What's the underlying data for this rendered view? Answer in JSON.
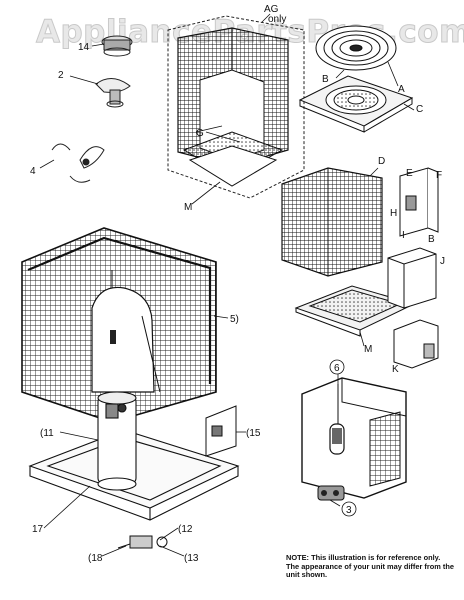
{
  "watermark": "AppliancePartsPros.com",
  "callouts": {
    "n14": "14",
    "n2": "2",
    "n4": "4",
    "n5": "5)",
    "n11": "(11",
    "n15": "(15",
    "n17": "17",
    "n12": "(12",
    "n18": "(18",
    "n13": "(13",
    "n6": "6",
    "n3": "3",
    "AG": "AG",
    "only": "only",
    "A": "A",
    "B": "B",
    "C": "C",
    "D": "D",
    "E": "E",
    "F": "F",
    "H": "H",
    "I": "I",
    "B2": "B",
    "J": "J",
    "K": "K",
    "M1": "M",
    "M2": "M",
    "G": "G"
  },
  "note": {
    "label": "NOTE:",
    "text": "This illustration is for reference only. The appearance of your unit may differ from the unit shown."
  }
}
